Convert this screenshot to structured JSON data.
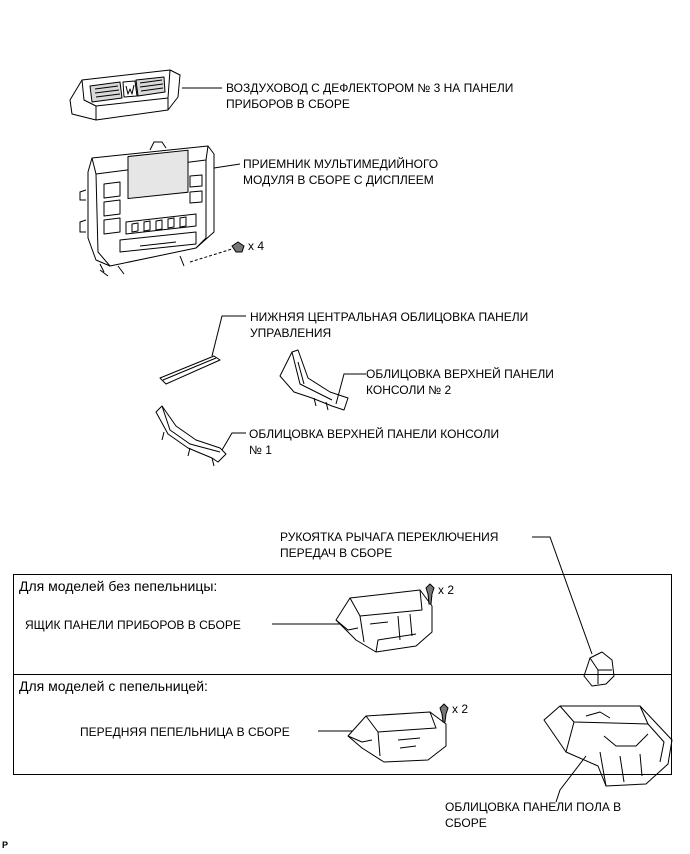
{
  "labels": {
    "vent": [
      "ВОЗДУХОВОД С ДЕФЛЕКТОРОМ № 3 НА ПАНЕЛИ",
      "ПРИБОРОВ В СБОРЕ"
    ],
    "receiver": [
      "ПРИЕМНИК МУЛЬТИМЕДИЙНОГО",
      "МОДУЛЯ В СБОРЕ С ДИСПЛЕЕМ"
    ],
    "lower_center": [
      "НИЖНЯЯ ЦЕНТРАЛЬНАЯ ОБЛИЦОВКА ПАНЕЛИ",
      "УПРАВЛЕНИЯ"
    ],
    "upper_console_2": [
      "ОБЛИЦОВКА ВЕРХНЕЙ ПАНЕЛИ",
      "КОНСОЛИ № 2"
    ],
    "upper_console_1": [
      "ОБЛИЦОВКА ВЕРХНЕЙ ПАНЕЛИ КОНСОЛИ",
      "№ 1"
    ],
    "shift_knob": [
      "РУКОЯТКА РЫЧАГА ПЕРЕКЛЮЧЕНИЯ",
      "ПЕРЕДАЧ В СБОРЕ"
    ],
    "floor_panel": [
      "ОБЛИЦОВКА ПАНЕЛИ ПОЛА В",
      "СБОРЕ"
    ]
  },
  "screw_counts": {
    "receiver": "x 4",
    "box": "x 2",
    "ashtray": "x 2"
  },
  "variants": {
    "without_ashtray": {
      "title": "Для моделей без пепельницы:",
      "part": "ЯЩИК ПАНЕЛИ ПРИБОРОВ В СБОРЕ"
    },
    "with_ashtray": {
      "title": "Для моделей с пепельницей:",
      "part": "ПЕРЕДНЯЯ ПЕПЕЛЬНИЦА В СБОРЕ"
    }
  },
  "figure_code": "P"
}
